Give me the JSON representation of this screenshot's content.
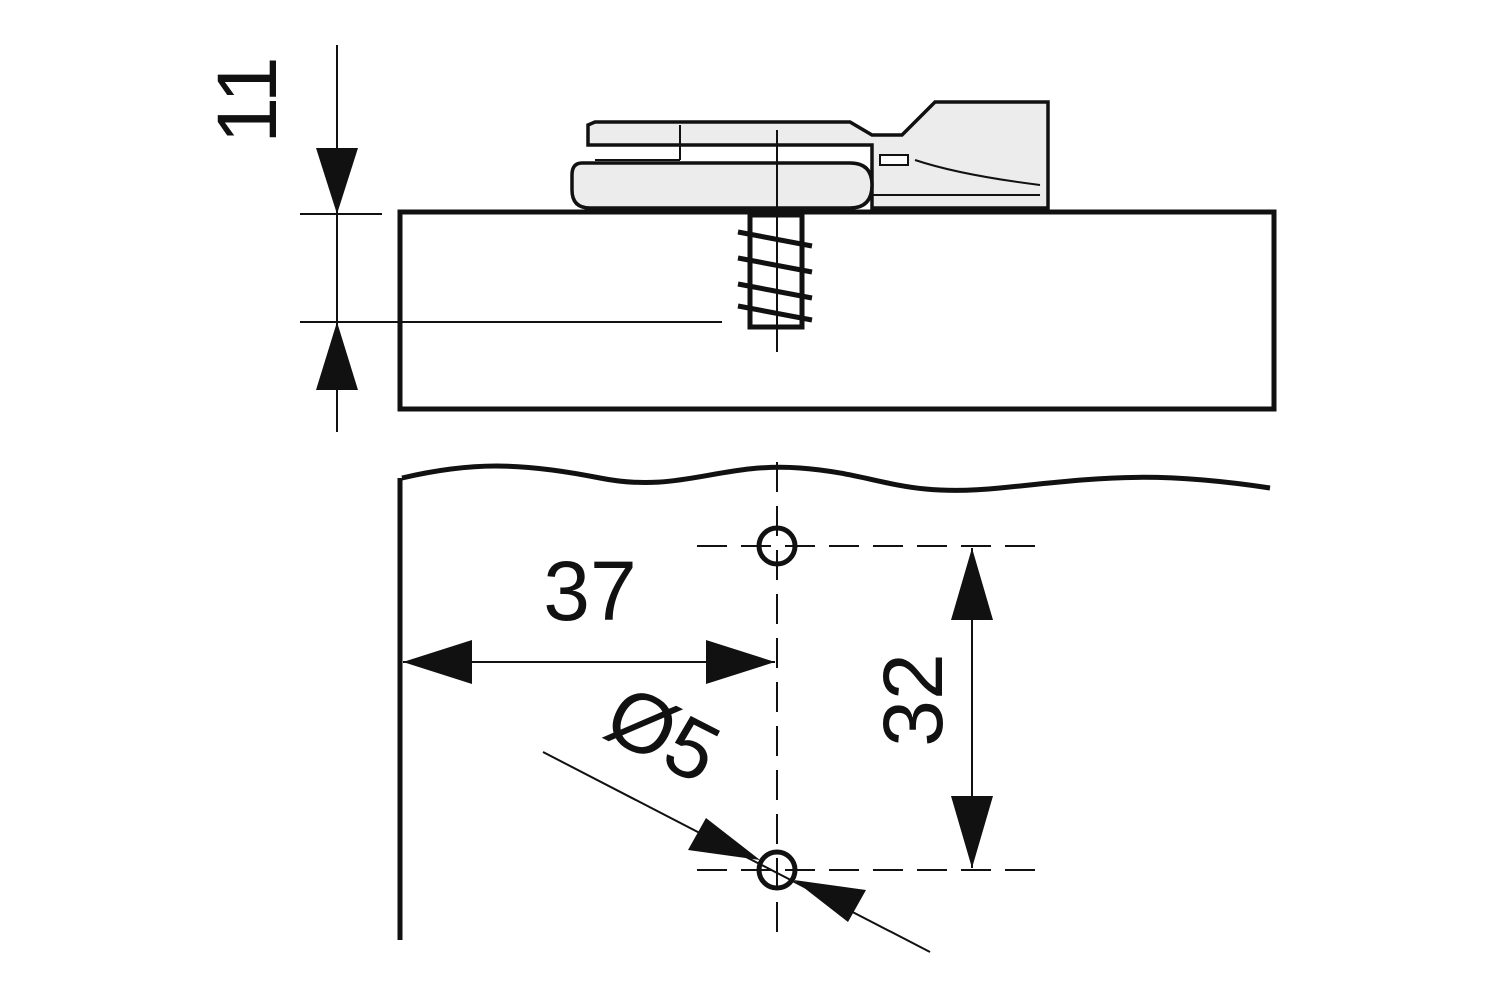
{
  "dimensions": {
    "height_offset": "11",
    "edge_distance": "37",
    "hole_spacing": "32",
    "hole_diameter": "Ø5"
  },
  "colors": {
    "line": "#111111",
    "part_fill": "#ececec",
    "background": "#ffffff"
  }
}
